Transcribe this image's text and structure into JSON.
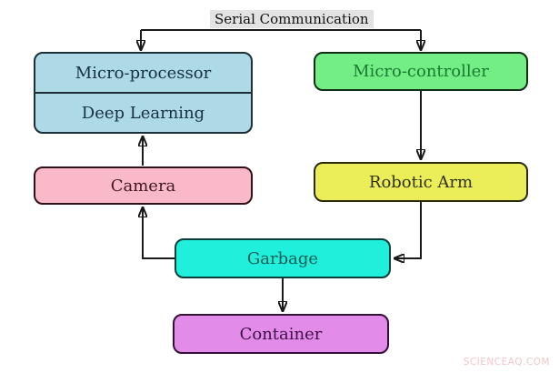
{
  "diagram": {
    "line_color": "#1a1a1a",
    "bracket_label": {
      "text": "Serial Communication",
      "bg": "#e3e3e3",
      "color": "#111111"
    },
    "nodes": {
      "micro_processor": {
        "label": "Micro-processor",
        "fill": "#aed9e6",
        "border": "#1d2f38",
        "text": "#16313f"
      },
      "deep_learning": {
        "label": "Deep Learning",
        "fill": "#aed9e6",
        "border": "#1d2f38",
        "text": "#16313f"
      },
      "micro_controller": {
        "label": "Micro-controller",
        "fill": "#72ee84",
        "border": "#112d15",
        "text": "#1b7a33"
      },
      "camera": {
        "label": "Camera",
        "fill": "#f9b9c8",
        "border": "#321019",
        "text": "#431722"
      },
      "robotic_arm": {
        "label": "Robotic Arm",
        "fill": "#ecee59",
        "border": "#2c2c0d",
        "text": "#31310f"
      },
      "garbage": {
        "label": "Garbage",
        "fill": "#1fefdb",
        "border": "#0a3f3a",
        "text": "#0a5c55"
      },
      "container": {
        "label": "Container",
        "fill": "#e28be8",
        "border": "#351038",
        "text": "#3d1145"
      }
    }
  },
  "watermark": {
    "text": "SCIENCEAQ.COM",
    "color": "#f2c6c6"
  }
}
